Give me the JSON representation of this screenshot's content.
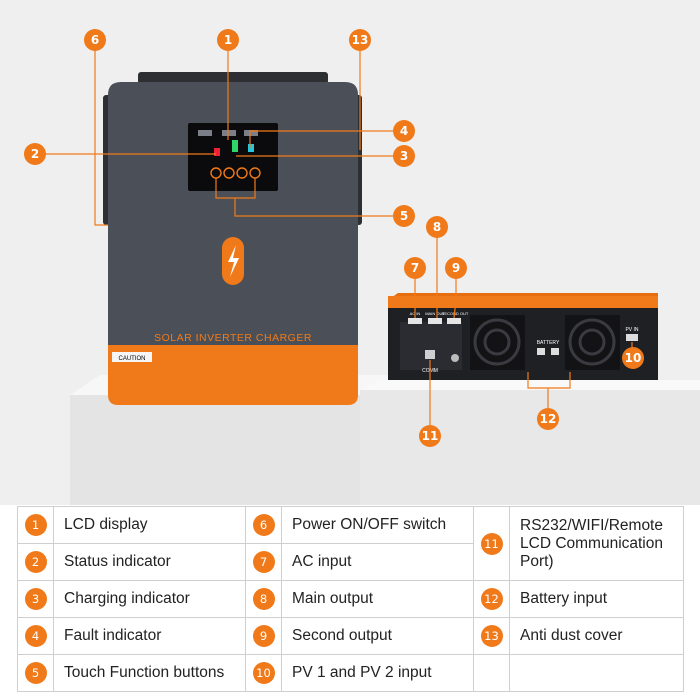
{
  "colors": {
    "accent": "#f07a1a",
    "body_gray": "#4b4f57",
    "background": "#efefef",
    "callout_line": "#f07a1a"
  },
  "device": {
    "front_label": "SOLAR INVERTER CHARGER",
    "caution_label": "CAUTION",
    "port_labels": {
      "ac_in": "AC IN",
      "main_out": "MAIN OUT",
      "second_out": "SECOND OUT",
      "battery": "BATTERY",
      "pv_in": "PV IN",
      "comm": "COMM"
    },
    "lcd_icon": "lightning-bolt-icon"
  },
  "callouts": [
    "1",
    "2",
    "3",
    "4",
    "5",
    "6",
    "7",
    "8",
    "9",
    "10",
    "11",
    "12",
    "13"
  ],
  "legend": {
    "rows": [
      [
        {
          "num": "1",
          "text": "LCD display"
        },
        {
          "num": "6",
          "text": "Power ON/OFF switch"
        },
        {
          "num": "11",
          "text": "RS232/WIFI/Remote LCD Communication Port)"
        }
      ],
      [
        {
          "num": "2",
          "text": "Status indicator"
        },
        {
          "num": "7",
          "text": "AC input"
        },
        null
      ],
      [
        {
          "num": "3",
          "text": "Charging indicator"
        },
        {
          "num": "8",
          "text": "Main output"
        },
        {
          "num": "12",
          "text": "Battery input"
        }
      ],
      [
        {
          "num": "4",
          "text": "Fault indicator"
        },
        {
          "num": "9",
          "text": "Second output"
        },
        {
          "num": "13",
          "text": "Anti dust cover"
        }
      ],
      [
        {
          "num": "5",
          "text": "Touch Function buttons"
        },
        {
          "num": "10",
          "text": "PV 1 and PV 2 input"
        },
        {
          "num": "",
          "text": ""
        }
      ]
    ]
  }
}
